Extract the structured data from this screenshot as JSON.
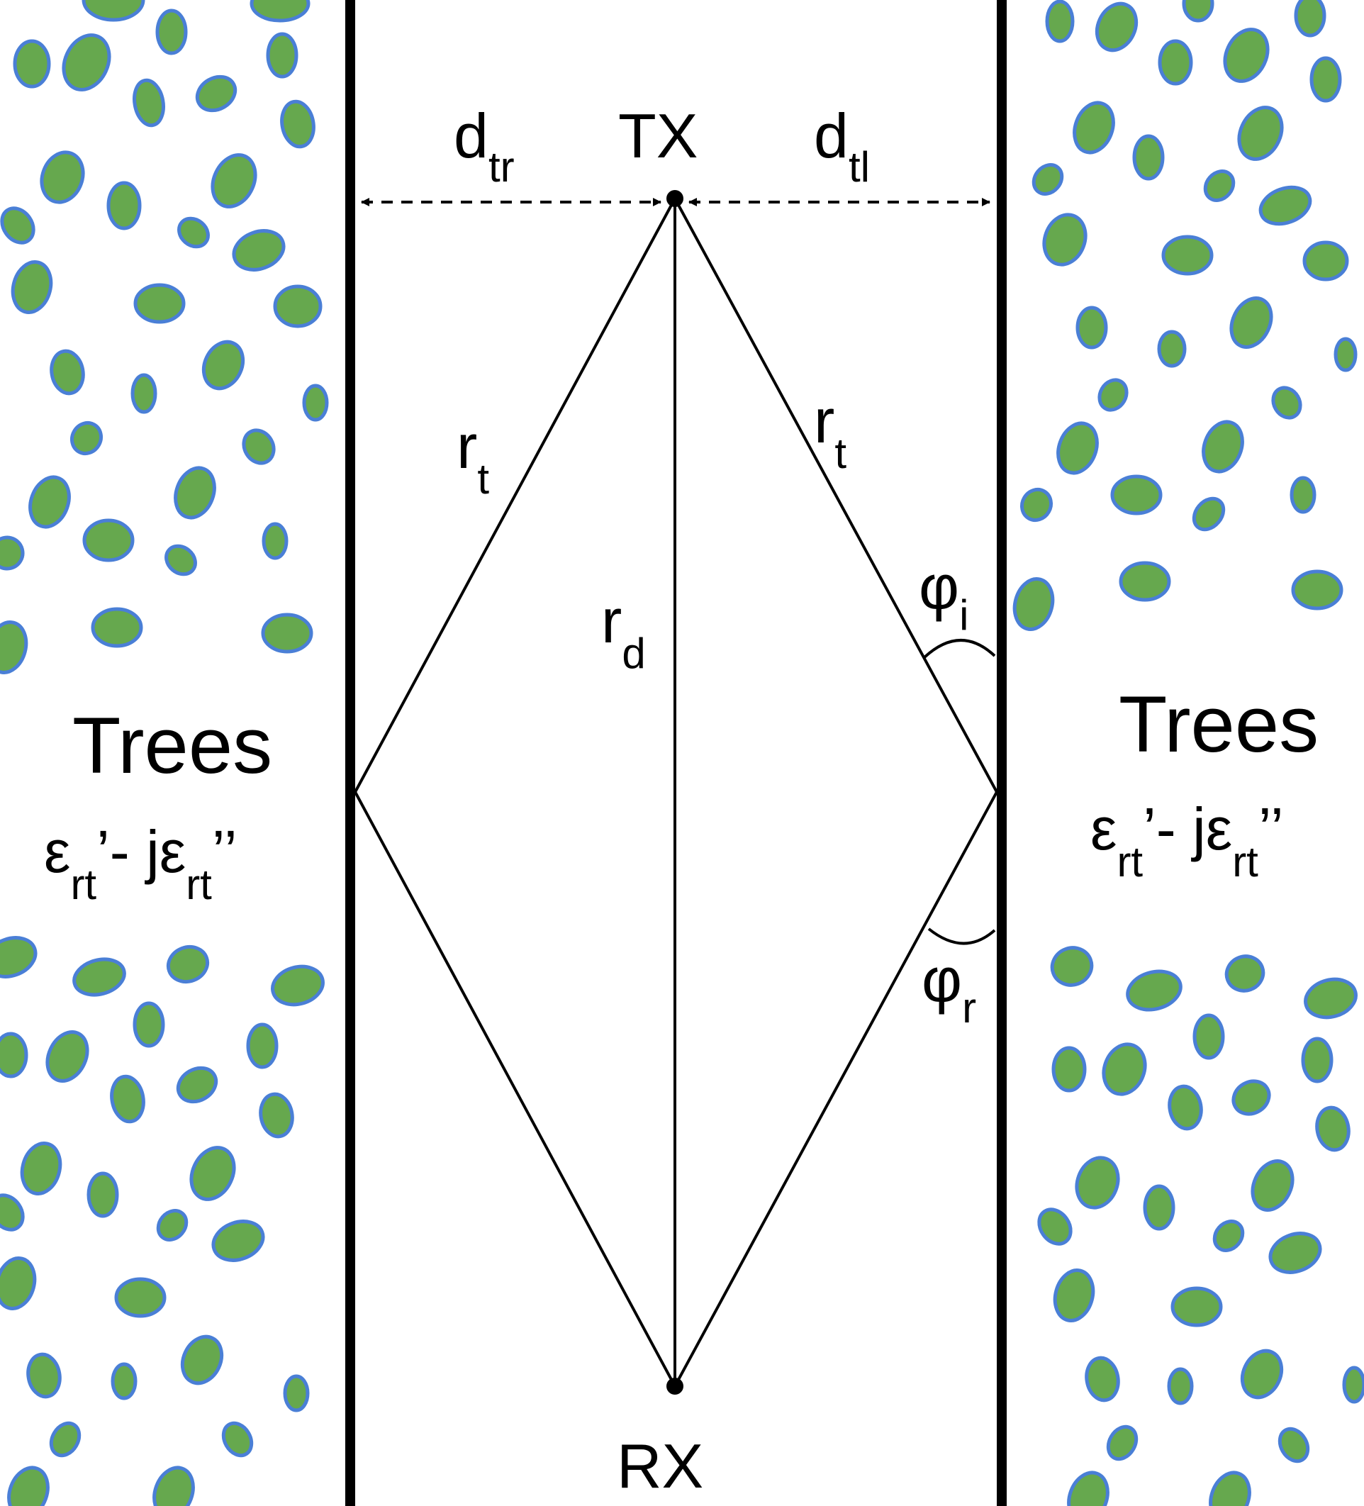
{
  "colors": {
    "leaf_fill": "#66a84e",
    "leaf_stroke": "#4a7fd6",
    "line": "#000000",
    "background": "#ffffff"
  },
  "labels": {
    "tx": "TX",
    "rx": "RX",
    "d_tr": {
      "main": "d",
      "sub": "tr"
    },
    "d_tl": {
      "main": "d",
      "sub": "tl"
    },
    "r_t_left": {
      "main": "r",
      "sub": "t"
    },
    "r_t_right": {
      "main": "r",
      "sub": "t"
    },
    "r_d": {
      "main": "r",
      "sub": "d"
    },
    "phi_i": {
      "main": "φ",
      "sub": "i"
    },
    "phi_r": {
      "main": "φ",
      "sub": "r"
    }
  },
  "trees_left": {
    "title": "Trees",
    "eps1": "ε",
    "sub1": "rt",
    "mid": "’- jε",
    "sub2": "rt",
    "end": "’’"
  },
  "trees_right": {
    "title": "Trees",
    "eps1": "ε",
    "sub1": "rt",
    "mid": "’- jε",
    "sub2": "rt",
    "end": "’’"
  }
}
